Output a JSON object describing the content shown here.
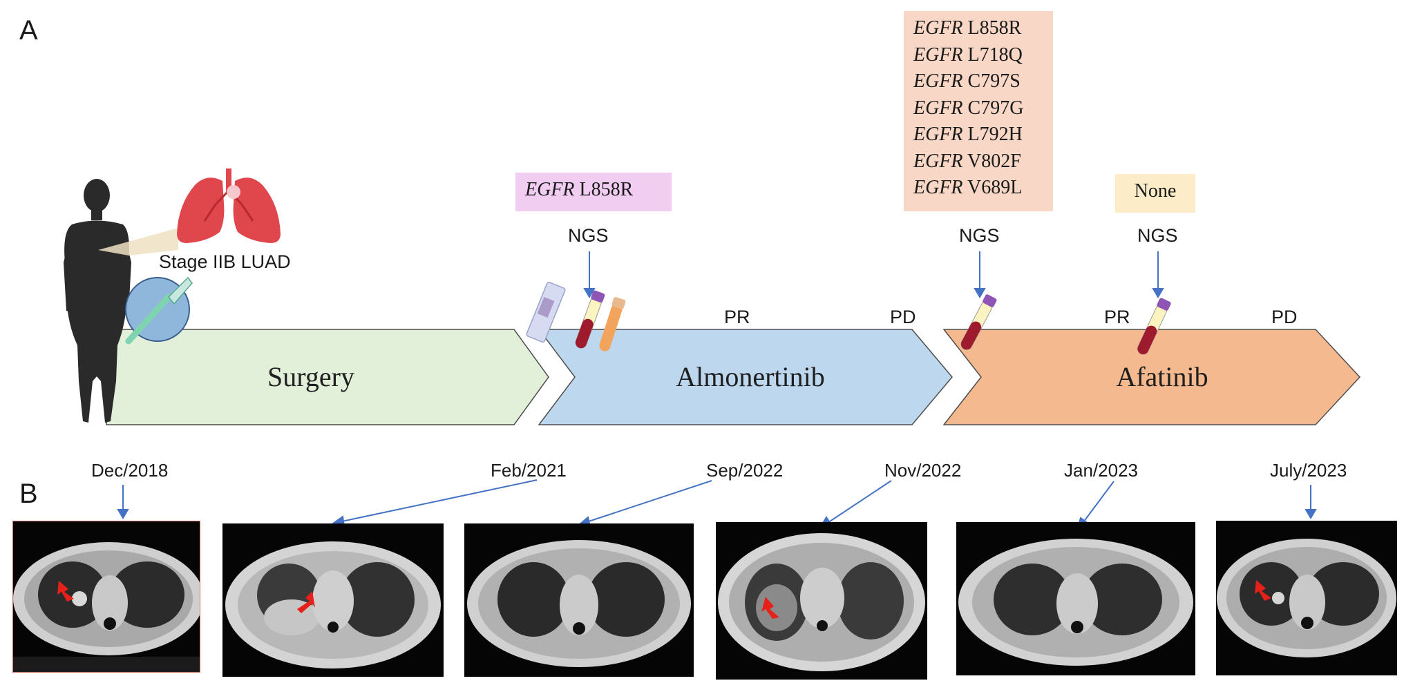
{
  "panels": {
    "a": "A",
    "b": "B"
  },
  "diagnosis": "Stage IIB LUAD",
  "phases": [
    {
      "name": "Surgery",
      "color": "#e2efd9"
    },
    {
      "name": "Almonertinib",
      "color": "#bdd7ee"
    },
    {
      "name": "Afatinib",
      "color": "#f4b98f"
    }
  ],
  "ngs_label": "NGS",
  "ngs_results": [
    {
      "gene": "EGFR",
      "mutations": [
        "L858R"
      ],
      "color": "#f2cdf2"
    },
    {
      "gene": "EGFR",
      "mutations": [
        "L858R",
        "L718Q",
        "C797S",
        "C797G",
        "L792H",
        "V802F",
        "V689L"
      ],
      "color": "#f8d7c6"
    },
    {
      "gene": "",
      "mutations": [
        "None"
      ],
      "color": "#fdecc8"
    }
  ],
  "responses": [
    "PR",
    "PD",
    "PR",
    "PD"
  ],
  "dates": [
    "Dec/2018",
    "Feb/2021",
    "Sep/2022",
    "Nov/2022",
    "Jan/2023",
    "July/2023"
  ],
  "colors": {
    "arrow": "#4472c4",
    "red_arrow": "#e8201a",
    "lung": "#e0474c",
    "outline": "#4d4d4d"
  }
}
